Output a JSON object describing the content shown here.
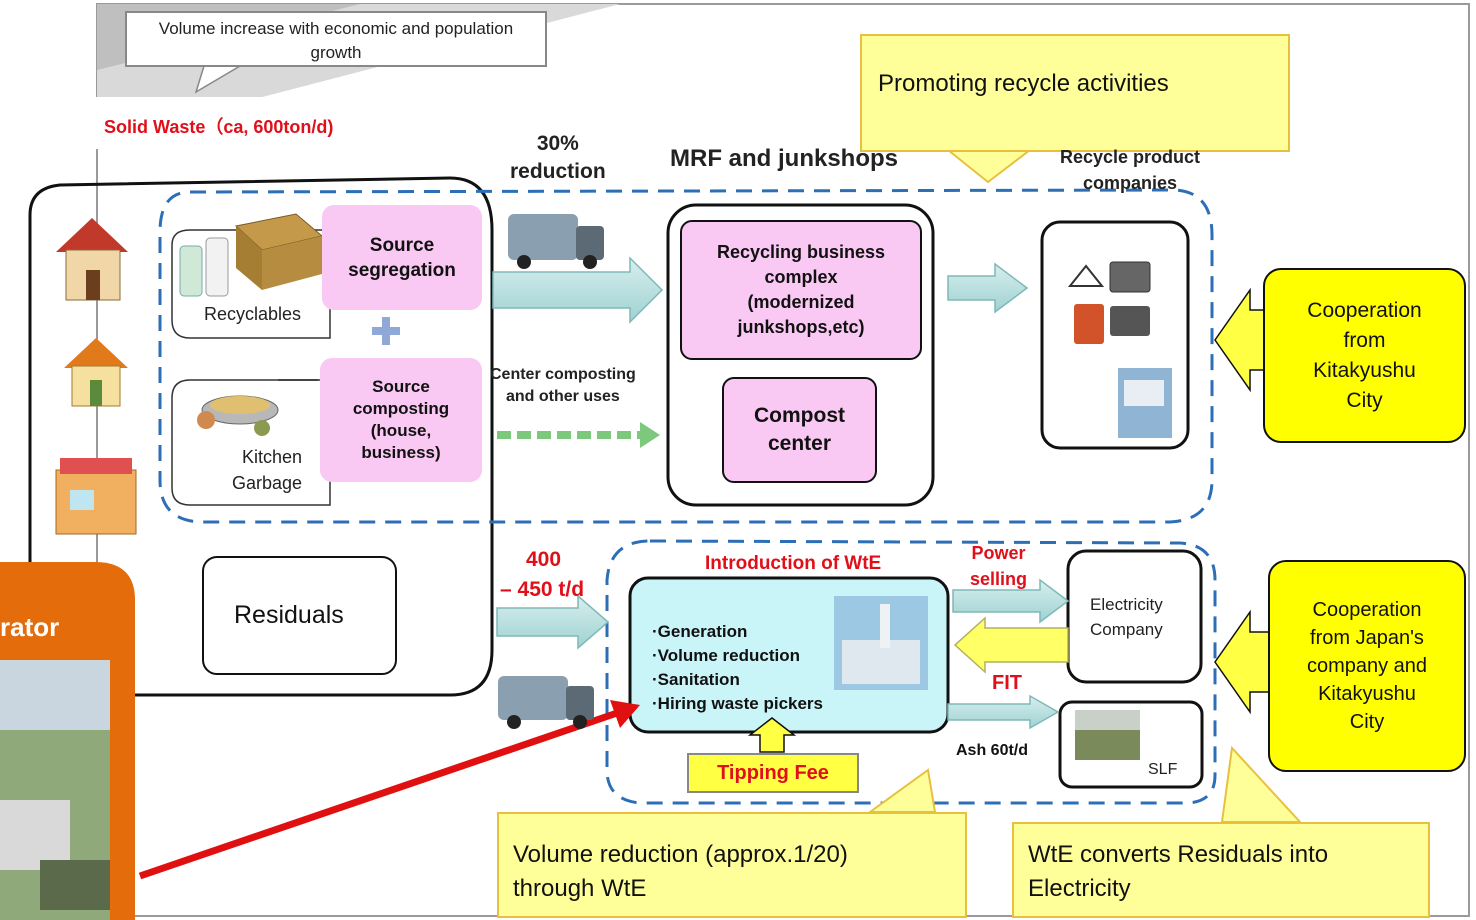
{
  "top_note": "Volume increase with economic and population growth",
  "solid_waste": "Solid Waste（ca, 600ton/d)",
  "promoting_callout": "Promoting recycle activities",
  "reduction_30": "30%\nreduction",
  "mrf_title": "MRF and junkshops",
  "recycle_companies": "Recycle product\ncompanies",
  "recyclables": "Recyclables",
  "kitchen_garbage": "Kitchen\nGarbage",
  "source_segregation": "Source\nsegregation",
  "source_composting": "Source\ncomposting\n(house,\nbusiness)",
  "center_composting": "Center composting\nand other uses",
  "recycling_complex": "Recycling business\ncomplex\n(modernized\njunkshops,etc)",
  "compost_center": "Compost\ncenter",
  "coop_kitakyushu": "Cooperation\nfrom\nKitakyushu\nCity",
  "residuals": "Residuals",
  "tonnage_400": "400",
  "tonnage_450": "– 450 t/d",
  "intro_wte": "Introduction of WtE",
  "wte_bullets": [
    "·Generation",
    "·Volume reduction",
    "·Sanitation",
    "·Hiring waste pickers"
  ],
  "power_selling": "Power\nselling",
  "fit": "FIT",
  "electricity_company": "Electricity\nCompany",
  "ash": "Ash 60t/d",
  "slf": "SLF",
  "tipping_fee": "Tipping Fee",
  "coop_japan": "Cooperation\nfrom Japan's\ncompany and\nKitakyushu\nCity",
  "volume_callout": "Volume reduction (approx.1/20)\nthrough WtE",
  "wte_callout": "WtE converts Residuals into\nElectricity",
  "incinerator_title": "rator"
}
